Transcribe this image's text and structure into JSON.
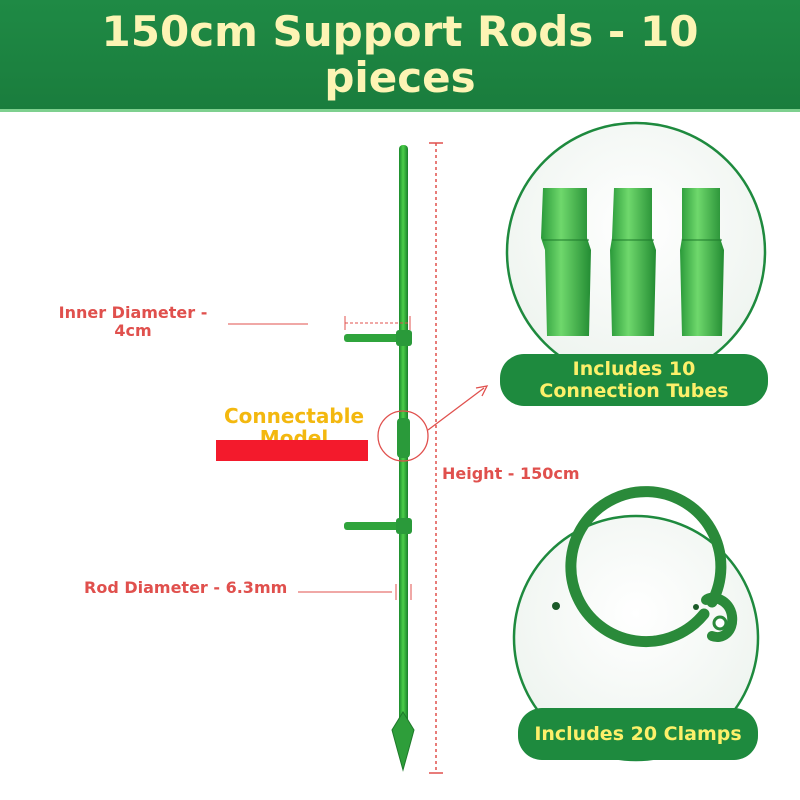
{
  "header": {
    "title": "150cm Support Rods - 10 pieces"
  },
  "labels": {
    "inner_diameter": "Inner Diameter - 4cm",
    "connectable": "Connectable Model",
    "height": "Height - 150cm",
    "rod_diameter": "Rod Diameter - 6.3mm"
  },
  "badges": {
    "tubes": "Includes 10 Connection Tubes",
    "clamps": "Includes 20 Clamps"
  },
  "colors": {
    "header_green": "#1f8a45",
    "title_yellow": "#fdf4b4",
    "label_red": "#e0504d",
    "badge_green": "#1e8a3e",
    "badge_text": "#fdf06a",
    "rod_green": "#2aa63a"
  }
}
